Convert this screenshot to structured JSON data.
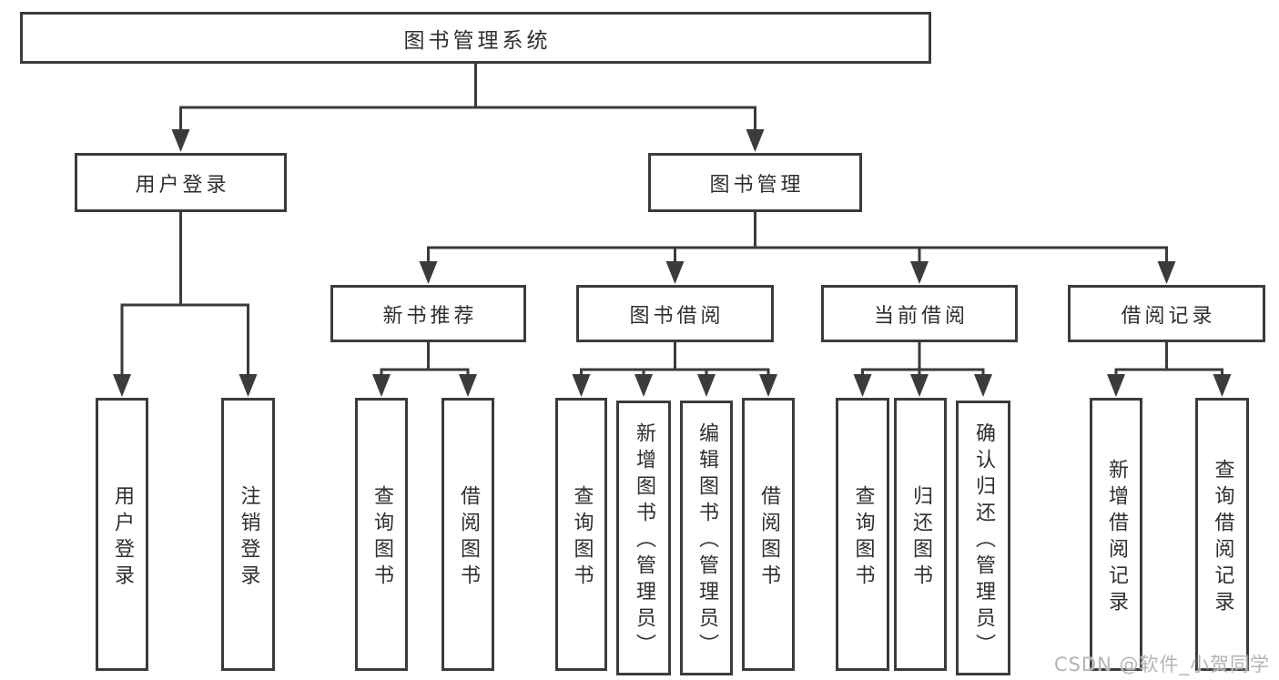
{
  "diagram": {
    "root": {
      "label": "图书管理系统"
    },
    "branches": [
      {
        "label": "用户登录",
        "children": [
          {
            "label": "用户登录"
          },
          {
            "label": "注销登录"
          }
        ]
      },
      {
        "label": "图书管理",
        "children": [
          {
            "label": "新书推荐",
            "children": [
              {
                "label": "查询图书"
              },
              {
                "label": "借阅图书"
              }
            ]
          },
          {
            "label": "图书借阅",
            "children": [
              {
                "label": "查询图书"
              },
              {
                "label": "新增图书（管理员）"
              },
              {
                "label": "编辑图书（管理员）"
              },
              {
                "label": "借阅图书"
              }
            ]
          },
          {
            "label": "当前借阅",
            "children": [
              {
                "label": "查询图书"
              },
              {
                "label": "归还图书"
              },
              {
                "label": "确认归还（管理员）"
              }
            ]
          },
          {
            "label": "借阅记录",
            "children": [
              {
                "label": "新增借阅记录"
              },
              {
                "label": "查询借阅记录"
              }
            ]
          }
        ]
      }
    ]
  },
  "watermark": {
    "text": "CSDN @软件_小贺同学"
  },
  "colors": {
    "line": "#3b3b3b",
    "text": "#2f2f2f",
    "background": "#ffffff",
    "watermark": "#b4b4b4"
  }
}
